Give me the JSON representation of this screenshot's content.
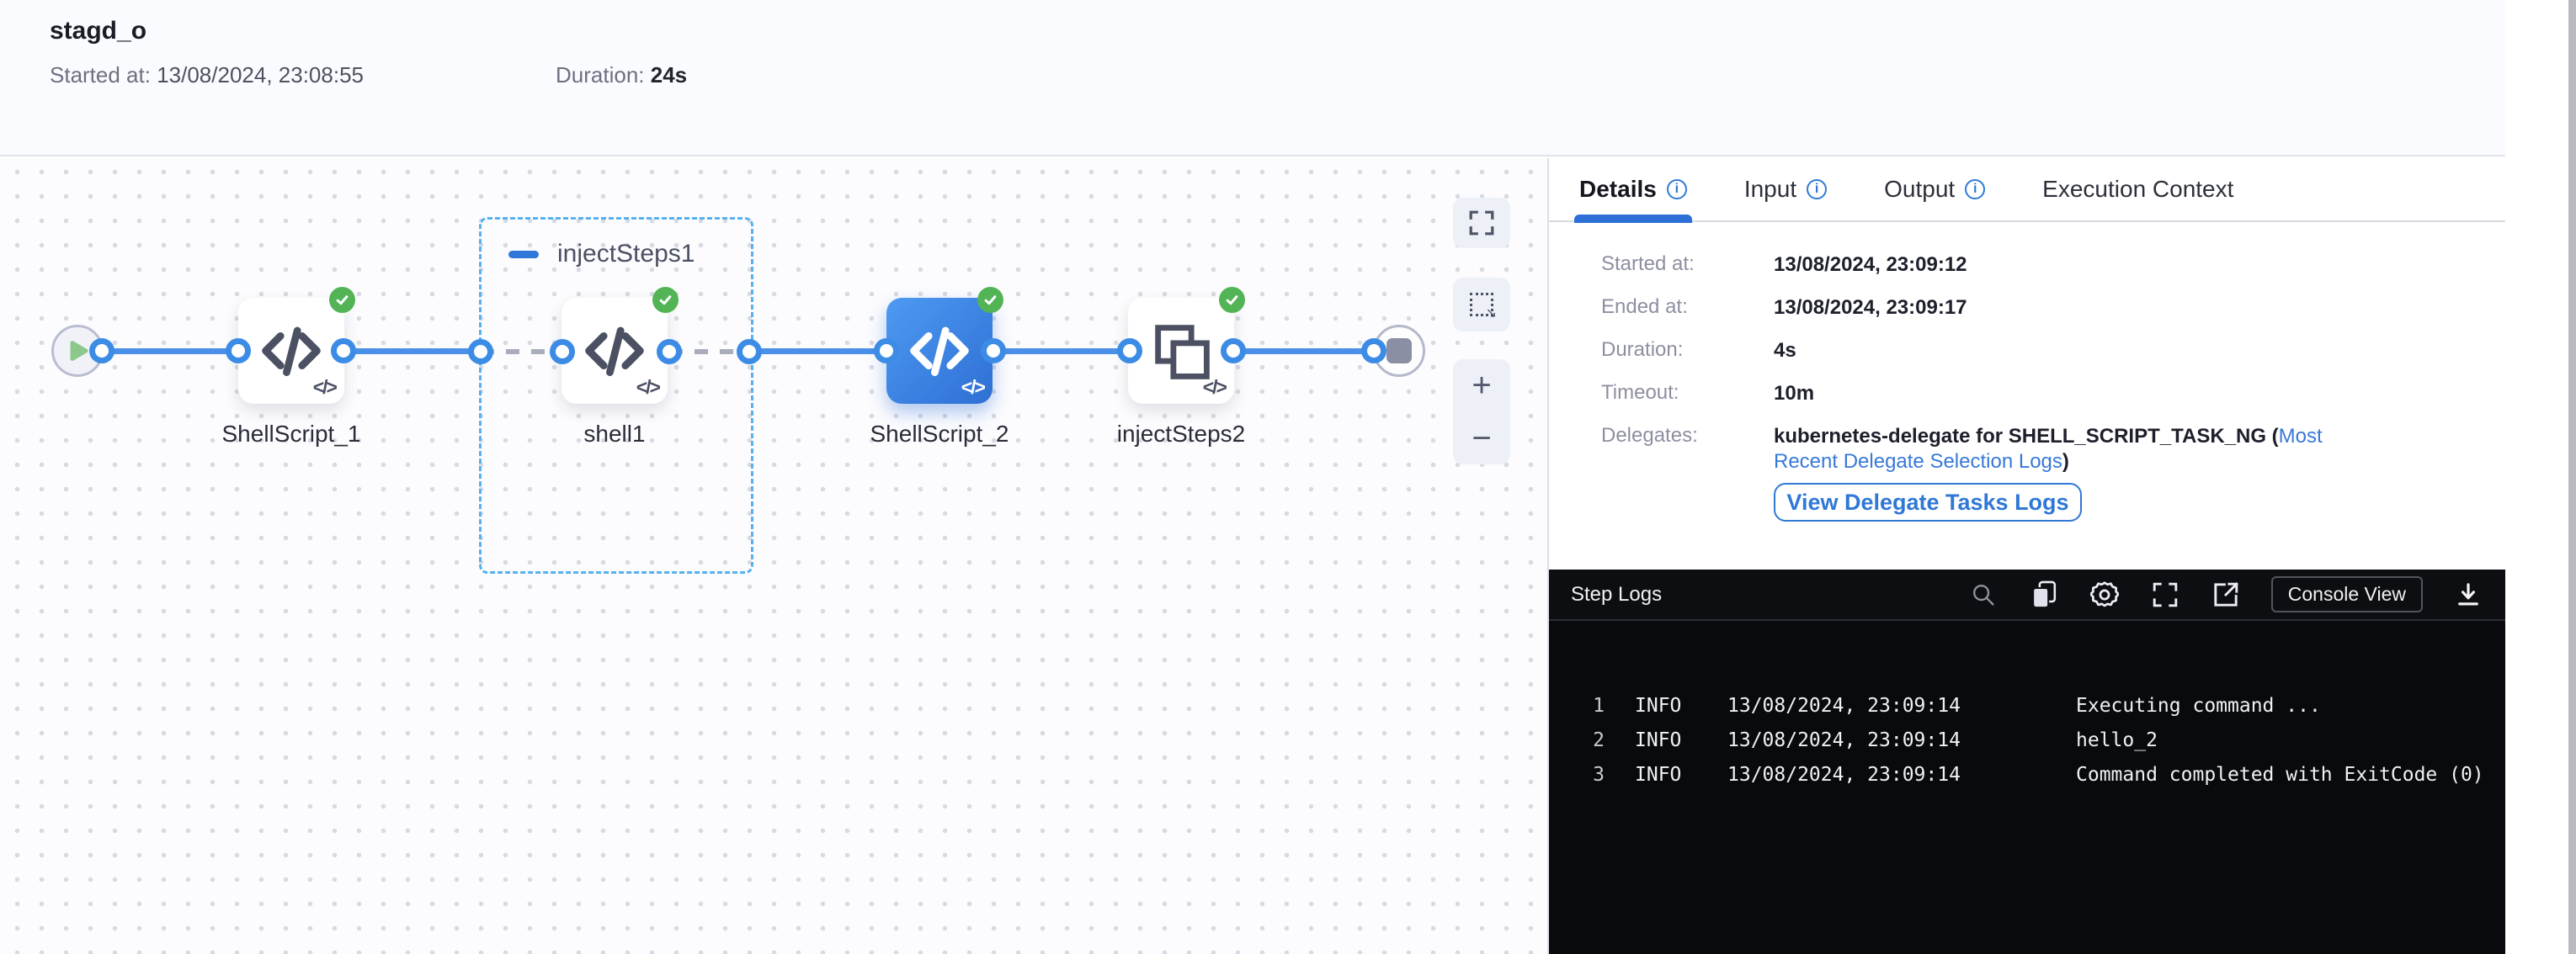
{
  "header": {
    "title": "stagd_o",
    "started_label": "Started at:",
    "started_value": "13/08/2024, 23:08:55",
    "duration_label": "Duration:",
    "duration_value": "24s"
  },
  "canvas": {
    "group1_label": "injectSteps1",
    "corner_glyph": "</>",
    "zoom_in": "+",
    "zoom_out": "−",
    "nodes": {
      "shellscript1": {
        "label": "ShellScript_1",
        "status": "success"
      },
      "shell1": {
        "label": "shell1",
        "status": "success"
      },
      "shellscript2": {
        "label": "ShellScript_2",
        "status": "success",
        "selected": true
      },
      "injectsteps2": {
        "label": "injectSteps2",
        "status": "success"
      }
    }
  },
  "panel": {
    "tabs": [
      {
        "label": "Details",
        "active": true,
        "info": true
      },
      {
        "label": "Input",
        "info": true
      },
      {
        "label": "Output",
        "info": true
      },
      {
        "label": "Execution Context",
        "info": false
      }
    ],
    "details": {
      "rows": [
        {
          "label": "Started at:",
          "value": "13/08/2024, 23:09:12"
        },
        {
          "label": "Ended at:",
          "value": "13/08/2024, 23:09:17"
        },
        {
          "label": "Duration:",
          "value": "4s"
        },
        {
          "label": "Timeout:",
          "value": "10m"
        }
      ],
      "delegates_label": "Delegates:",
      "delegates_prefix": "kubernetes-delegate for SHELL_SCRIPT_TASK_NG (",
      "delegates_link": "Most Recent Delegate Selection Logs",
      "delegates_suffix": ")",
      "button_label": "View Delegate Tasks Logs"
    }
  },
  "logs": {
    "title": "Step Logs",
    "console_view_label": "Console View",
    "lines": [
      {
        "n": "1",
        "level": "INFO",
        "time": "13/08/2024, 23:09:14",
        "msg": "Executing command ..."
      },
      {
        "n": "2",
        "level": "INFO",
        "time": "13/08/2024, 23:09:14",
        "msg": "hello_2"
      },
      {
        "n": "3",
        "level": "INFO",
        "time": "13/08/2024, 23:09:14",
        "msg": "Command completed with ExitCode (0)"
      }
    ]
  },
  "colors": {
    "accent": "#2f78d6",
    "connector": "#4a90e8",
    "success": "#52b455",
    "node_icon": "#4b5063",
    "link": "#3779d8",
    "group_border": "#55b1ef"
  }
}
